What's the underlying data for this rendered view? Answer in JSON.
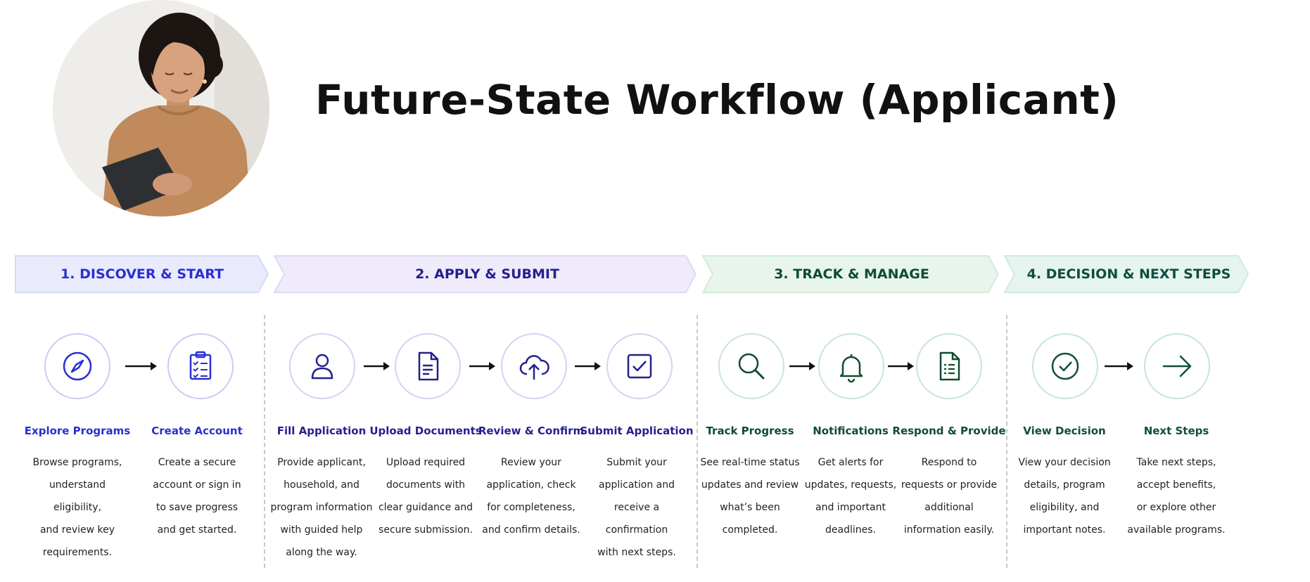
{
  "title": "Future-State Workflow (Applicant)",
  "colors": {
    "blue": "#2b2fd0",
    "purple": "#251f8f",
    "green": "#0f4d2e",
    "teal": "#0f4d40",
    "phase1_fill": "#e9ebfc",
    "phase2_fill": "#efebfa",
    "phase3_fill": "#e8f5ec",
    "phase4_fill": "#e5f4ef"
  },
  "phases": [
    {
      "label": "1. DISCOVER & START"
    },
    {
      "label": "2. APPLY & SUBMIT"
    },
    {
      "label": "3. TRACK & MANAGE"
    },
    {
      "label": "4. DECISION & NEXT STEPS"
    }
  ],
  "steps": [
    {
      "title": "Explore Programs",
      "icon": "compass-icon",
      "lines": [
        "Browse programs,",
        "understand eligibility,",
        "and review key",
        "requirements."
      ]
    },
    {
      "title": "Create Account",
      "icon": "clipboard-checklist-icon",
      "lines": [
        "Create a secure",
        "account or sign in",
        "to save progress",
        "and get started."
      ]
    },
    {
      "title": "Fill Application",
      "icon": "user-icon",
      "lines": [
        "Provide applicant,",
        "household, and",
        "program information",
        "with guided help",
        "along the way."
      ]
    },
    {
      "title": "Upload Documents",
      "icon": "document-icon",
      "lines": [
        "Upload required",
        "documents with",
        "clear guidance and",
        "secure submission."
      ]
    },
    {
      "title": "Review & Confirm",
      "icon": "cloud-upload-icon",
      "lines": [
        "Review your",
        "application, check",
        "for completeness,",
        "and confirm details."
      ]
    },
    {
      "title": "Submit Application",
      "icon": "checkbox-icon",
      "lines": [
        "Submit your",
        "application and",
        "receive a confirmation",
        "with next steps."
      ]
    },
    {
      "title": "Track Progress",
      "icon": "magnifier-icon",
      "lines": [
        "See real-time status",
        "updates and review",
        "what’s been",
        "completed."
      ]
    },
    {
      "title": "Notifications",
      "icon": "bell-icon",
      "lines": [
        "Get alerts for",
        "updates, requests,",
        "and important",
        "deadlines."
      ]
    },
    {
      "title": "Respond & Provide",
      "icon": "form-document-icon",
      "lines": [
        "Respond to",
        "requests or provide",
        "additional",
        "information easily."
      ]
    },
    {
      "title": "View Decision",
      "icon": "check-circle-icon",
      "lines": [
        "View your decision",
        "details, program",
        "eligibility, and",
        "important notes."
      ]
    },
    {
      "title": "Next Steps",
      "icon": "arrow-right-icon",
      "lines": [
        "Take next steps,",
        "accept benefits,",
        "or explore other",
        "available programs."
      ]
    }
  ]
}
